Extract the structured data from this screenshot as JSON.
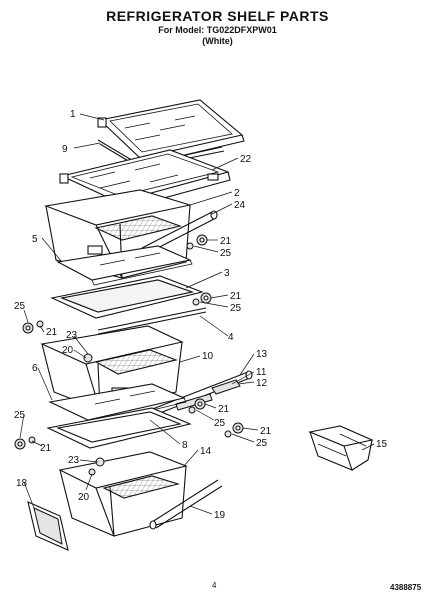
{
  "header": {
    "title": "REFRIGERATOR SHELF PARTS",
    "model_line": "For Model: TG022DFXPW01",
    "color": "(White)"
  },
  "callouts": {
    "c1": "1",
    "c2": "2",
    "c3": "3",
    "c4": "4",
    "c5": "5",
    "c6": "6",
    "c8": "8",
    "c9": "9",
    "c10": "10",
    "c11": "11",
    "c12": "12",
    "c13": "13",
    "c14": "14",
    "c15": "15",
    "c18": "18",
    "c19": "19",
    "c20": "20",
    "c21": "21",
    "c22": "22",
    "c23": "23",
    "c24": "24",
    "c25": "25"
  },
  "footer": {
    "page_number": "4",
    "doc_number": "4388875"
  }
}
